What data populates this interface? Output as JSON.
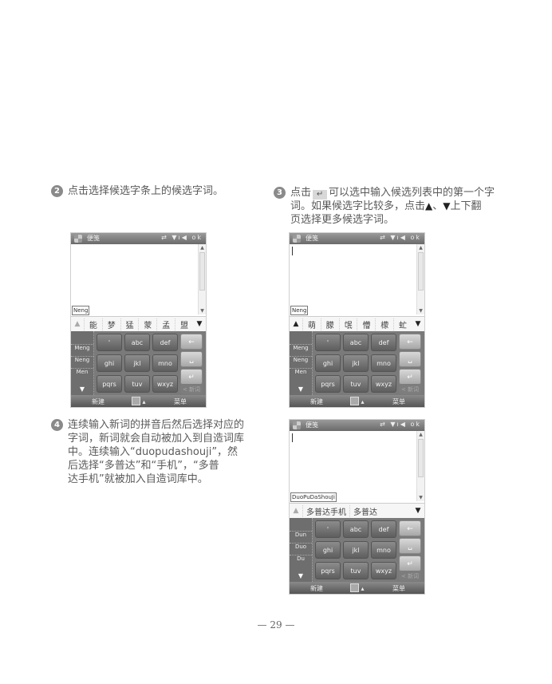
{
  "steps": [
    {
      "number": "2",
      "text": "点击选择候选字条上的候选字词。"
    },
    {
      "number": "3",
      "lines": [
        "可以选中输入候选列表中的第一个字",
        "词。如果候选字比较多，点击",
        "上下翻",
        "页选择更多候选字词。"
      ],
      "prefix": "点击",
      "enter_glyph": "↵",
      "up_glyph": "▲",
      "down_glyph": "▼",
      "sep": "、"
    },
    {
      "number": "4",
      "lines": [
        "连续输入新词的拼音后然后选择对应的",
        "字词，新词就会自动被加入到自造词库",
        "中。连续输入“duopudashouji”，然",
        "后选择“多普达”和“手机”，“多普",
        "达手机”就被加入自造词库中。"
      ]
    }
  ],
  "phones": [
    {
      "title": "便笺",
      "status_icons": "⇄ ▼ı◀ ok",
      "composition": "Neng",
      "show_caret": false,
      "page_up_enabled": false,
      "candidates": [
        "能",
        "梦",
        "猛",
        "蒙",
        "孟",
        "盟"
      ],
      "pinyin": [
        "Meng",
        "Neng",
        "Men"
      ],
      "keys": [
        "'",
        "abc",
        "def",
        "ghi",
        "jkl",
        "mno",
        "pqrs",
        "tuv",
        "wxyz"
      ],
      "fn_keys": {
        "backspace": "←",
        "space": "␣",
        "enter": "↵",
        "extra": "< 新词"
      },
      "menu": {
        "left": "新建",
        "right": "菜单"
      }
    },
    {
      "title": "便笺",
      "status_icons": "⇄ ▼ı◀ ok",
      "composition": "Neng",
      "show_caret": true,
      "page_up_enabled": true,
      "candidates": [
        "萌",
        "朦",
        "氓",
        "懵",
        "檬",
        "虻"
      ],
      "pinyin": [
        "Meng",
        "Neng",
        "Men"
      ],
      "keys": [
        "'",
        "abc",
        "def",
        "ghi",
        "jkl",
        "mno",
        "pqrs",
        "tuv",
        "wxyz"
      ],
      "fn_keys": {
        "backspace": "←",
        "space": "␣",
        "enter": "↵",
        "extra": "< 新词"
      },
      "menu": {
        "left": "新建",
        "right": "菜单"
      }
    },
    {
      "title": "便笺",
      "status_icons": "⇄ ▼ı◀ ok",
      "composition": "DuoPuDaShouJi",
      "show_caret": true,
      "page_up_enabled": false,
      "candidates": [
        "多普达手机",
        "多普达"
      ],
      "pinyin": [
        "Dun",
        "Duo",
        "Du"
      ],
      "keys": [
        "'",
        "abc",
        "def",
        "ghi",
        "jkl",
        "mno",
        "pqrs",
        "tuv",
        "wxyz"
      ],
      "fn_keys": {
        "backspace": "←",
        "space": "␣",
        "enter": "↵",
        "extra": "< 新词"
      },
      "menu": {
        "left": "新建",
        "right": "菜单"
      }
    }
  ],
  "page_number": "— 29 —"
}
